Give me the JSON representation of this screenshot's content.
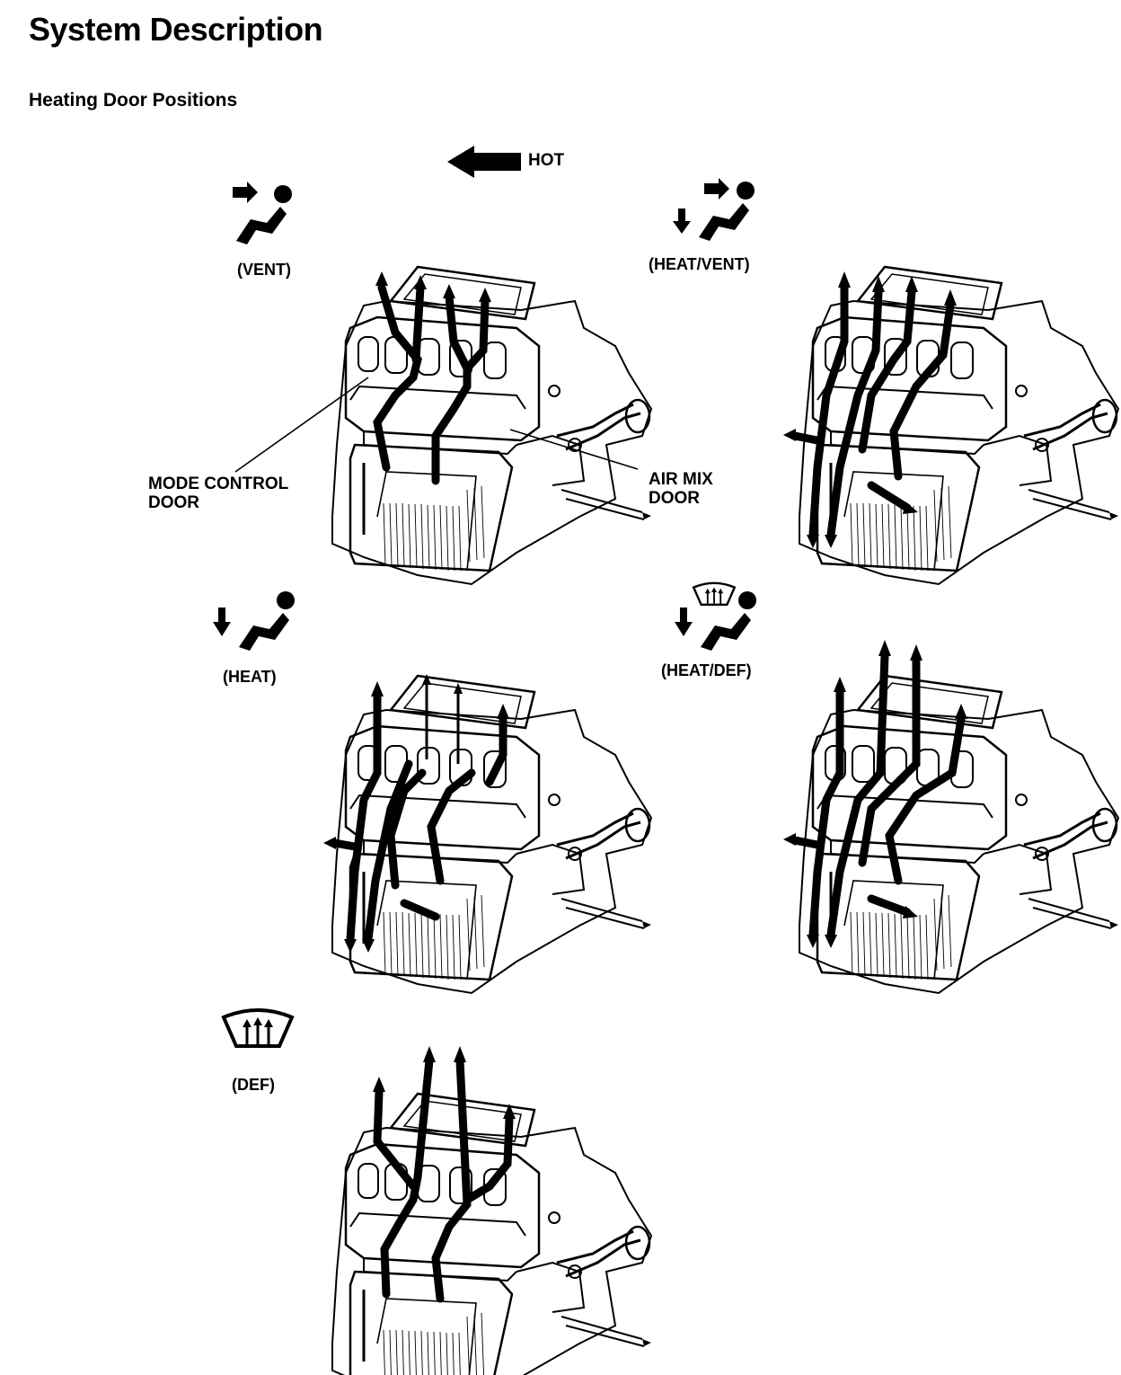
{
  "title": "System Description",
  "subtitle": "Heating Door Positions",
  "legend": {
    "hot_label": "HOT",
    "arrow_color": "#000000"
  },
  "modes": [
    {
      "label": "(VENT)",
      "icon": "vent-person-icon"
    },
    {
      "label": "(HEAT/VENT)",
      "icon": "heat-vent-person-icon"
    },
    {
      "label": "(HEAT)",
      "icon": "heat-person-icon"
    },
    {
      "label": "(HEAT/DEF)",
      "icon": "heat-def-person-icon"
    },
    {
      "label": "(DEF)",
      "icon": "defrost-windshield-icon"
    }
  ],
  "callouts": {
    "mode_control_door": [
      "MODE CONTROL",
      "DOOR"
    ],
    "air_mix_door": [
      "AIR MIX",
      "DOOR"
    ]
  }
}
